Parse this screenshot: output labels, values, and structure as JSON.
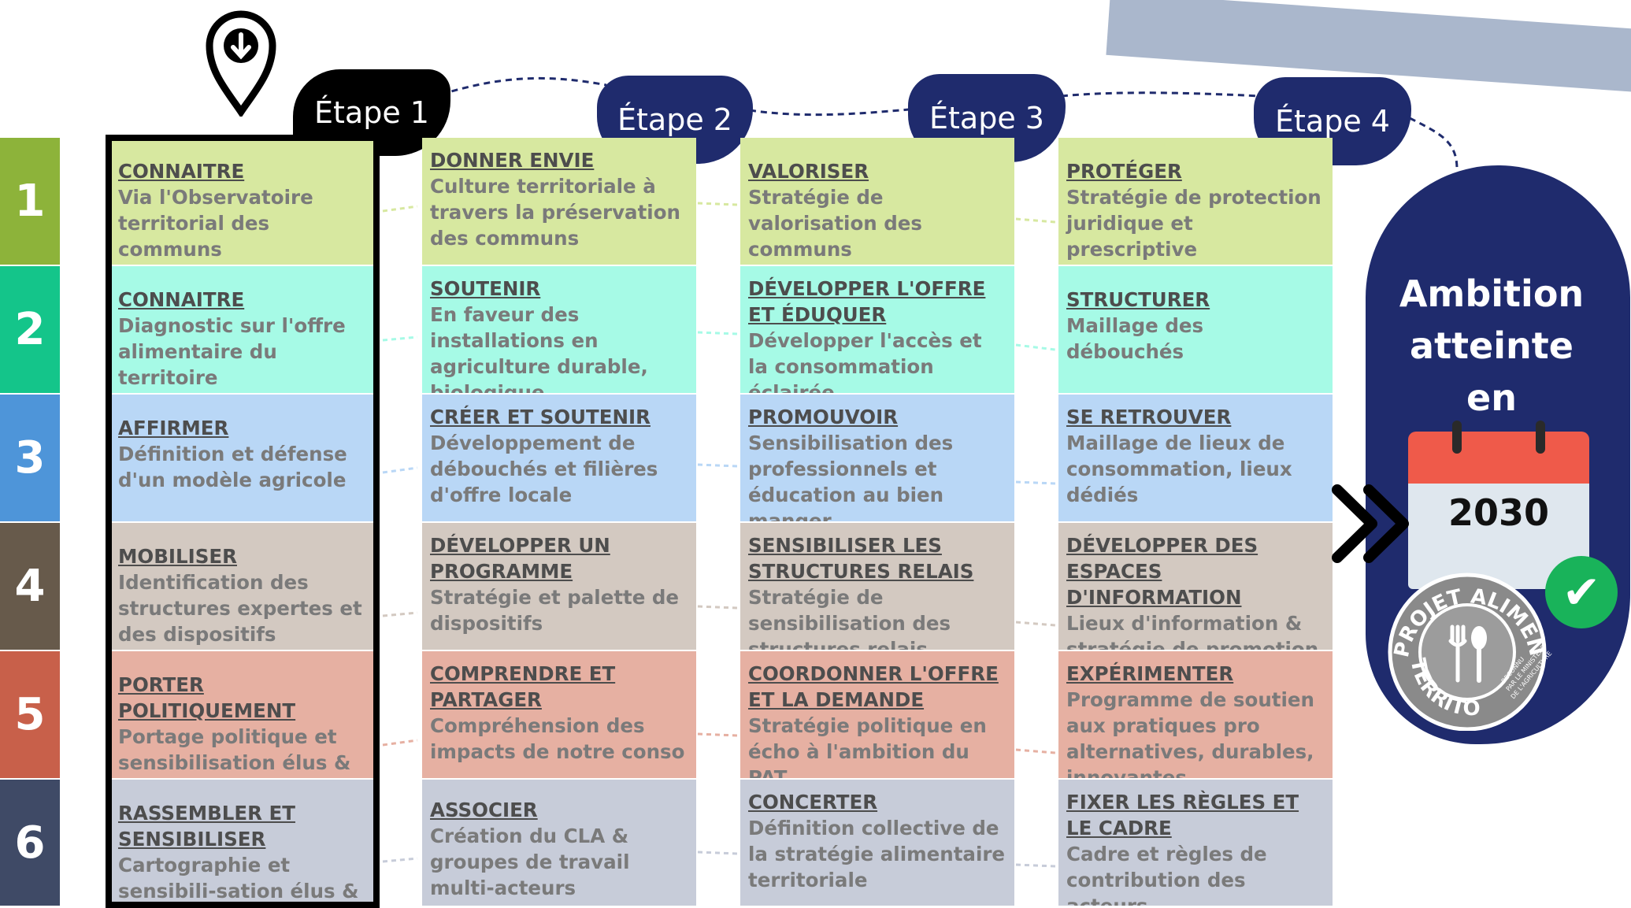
{
  "rows": [
    "1",
    "2",
    "3",
    "4",
    "5",
    "6"
  ],
  "row_colors": [
    "#8db33a",
    "#14c58a",
    "#4e95d9",
    "#675a4b",
    "#c8604a",
    "#3f4a66"
  ],
  "cell_colors": [
    "#d7e8a0",
    "#a6fae6",
    "#b9d7f6",
    "#d3c9c1",
    "#e6b0a2",
    "#c7ccd9"
  ],
  "stages": [
    "Étape 1",
    "Étape 2",
    "Étape 3",
    "Étape 4"
  ],
  "columns": [
    [
      {
        "title": "CONNAITRE",
        "desc": "Via l'Observatoire territorial des communs"
      },
      {
        "title": "CONNAITRE",
        "desc": "Diagnostic sur l'offre alimentaire du territoire"
      },
      {
        "title": "AFFIRMER",
        "desc": "Définition et défense d'un modèle agricole"
      },
      {
        "title": "MOBILISER",
        "desc": "Identification des structures expertes et des dispositifs"
      },
      {
        "title": "PORTER POLITIQUEMENT",
        "desc": "Portage politique et sensibilisation élus & techniciens"
      },
      {
        "title": "RASSEMBLER ET SENSIBILISER",
        "desc": "Cartographie et sensibili-sation élus & acteurs"
      }
    ],
    [
      {
        "title": "DONNER ENVIE",
        "desc": "Culture territoriale à travers la préservation des communs"
      },
      {
        "title": "SOUTENIR",
        "desc": "En faveur des installations en agriculture durable, biologique"
      },
      {
        "title": "CRÉER ET SOUTENIR",
        "desc": "Développement de débouchés et filières d'offre locale"
      },
      {
        "title": "DÉVELOPPER UN PROGRAMME",
        "desc": "Stratégie et palette de dispositifs"
      },
      {
        "title": "COMPRENDRE ET PARTAGER",
        "desc": "Compréhension des impacts de notre conso"
      },
      {
        "title": "ASSOCIER",
        "desc": "Création du CLA & groupes de travail multi-acteurs"
      }
    ],
    [
      {
        "title": "VALORISER",
        "desc": "Stratégie de valorisation des communs"
      },
      {
        "title": "DÉVELOPPER L'OFFRE ET ÉDUQUER",
        "desc": "Développer l'accès et la consommation éclairée"
      },
      {
        "title": "PROMOUVOIR",
        "desc": "Sensibilisation des professionnels et éducation au bien manger"
      },
      {
        "title": "SENSIBILISER LES STRUCTURES RELAIS",
        "desc": "Stratégie de sensibilisation des structures relais"
      },
      {
        "title": "COORDONNER L'OFFRE ET LA DEMANDE",
        "desc": "Stratégie politique en écho à l'ambition du PAT"
      },
      {
        "title": "CONCERTER",
        "desc": "Définition collective de la stratégie alimentaire territoriale"
      }
    ],
    [
      {
        "title": "PROTÉGER",
        "desc": "Stratégie de protection juridique et prescriptive"
      },
      {
        "title": "STRUCTURER",
        "desc": "Maillage des débouchés"
      },
      {
        "title": "SE RETROUVER",
        "desc": "Maillage de lieux de consommation, lieux dédiés"
      },
      {
        "title": "DÉVELOPPER DES ESPACES D'INFORMATION",
        "desc": "Lieux d'information & stratégie de promotion"
      },
      {
        "title": "EXPÉRIMENTER",
        "desc": "Programme de soutien aux pratiques pro alternatives, durables, innovantes"
      },
      {
        "title": "FIXER LES RÈGLES ET LE CADRE",
        "desc": "Cadre et règles de contribution des acteurs"
      }
    ]
  ],
  "ambition": {
    "line1": "Ambition",
    "line2": "atteinte",
    "line3": "en",
    "year": "2030"
  },
  "seal": {
    "arc_top": "PROJET ALIMENTAIRE",
    "arc_bottom": "TERRITORIAL",
    "small1": "RECONNU",
    "small2": "PAR LE MINISTÈRE",
    "small3": "DE L'AGRICULTURE"
  },
  "icons": [
    "location-pin-icon",
    "chevron-double-right-icon",
    "check-circle-icon",
    "calendar-icon"
  ]
}
